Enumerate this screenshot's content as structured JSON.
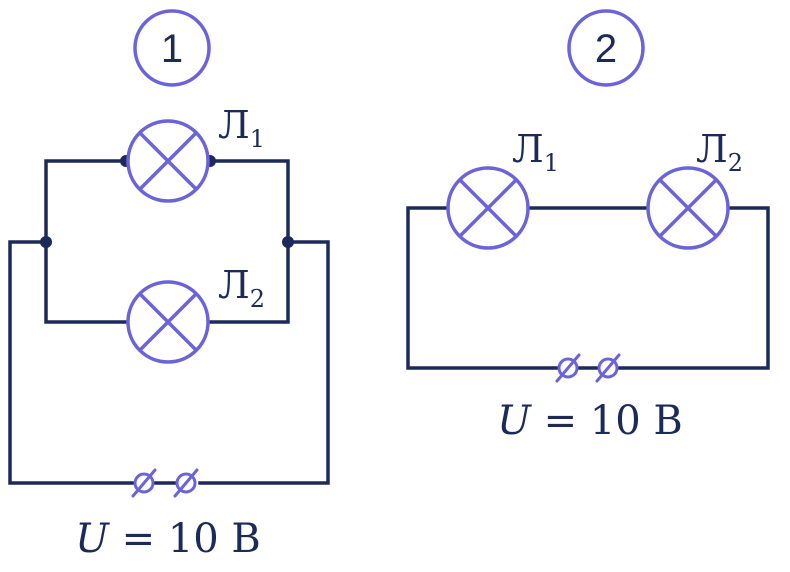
{
  "circuit1": {
    "badge": "1",
    "lamp1": {
      "name": "Л",
      "sub": "1"
    },
    "lamp2": {
      "name": "Л",
      "sub": "2"
    },
    "voltage": {
      "symbol": "U",
      "rest": " = 10 В"
    }
  },
  "circuit2": {
    "badge": "2",
    "lamp1": {
      "name": "Л",
      "sub": "1"
    },
    "lamp2": {
      "name": "Л",
      "sub": "2"
    },
    "voltage": {
      "symbol": "U",
      "rest": " = 10 В"
    }
  },
  "colors": {
    "wire": "#1c2a59",
    "accent": "#6b63d9",
    "background": "#ffffff"
  }
}
